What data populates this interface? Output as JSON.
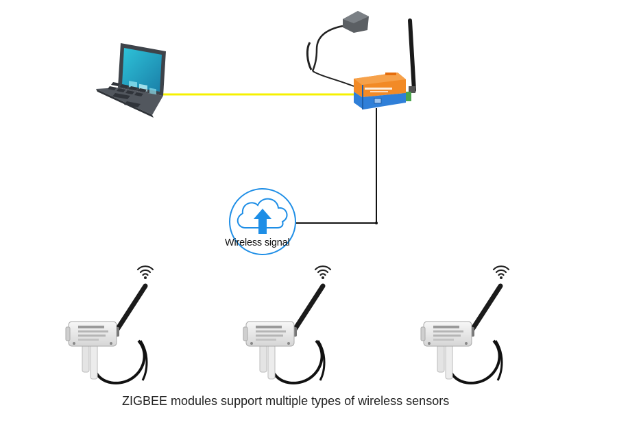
{
  "diagram": {
    "cloud": {
      "label": "Wireless signal",
      "icon": "cloud-upload-icon"
    },
    "caption": "ZIGBEE modules support multiple types of wireless sensors",
    "colors": {
      "ethernet_link": "#f6f000",
      "wired_link": "#111111",
      "cloud_blue": "#1e8ee6",
      "gateway_orange": "#f28a26",
      "gateway_blue": "#2f7fd8",
      "laptop_body": "#4a4f55",
      "laptop_screen": "#23a8c6"
    },
    "devices": {
      "laptop": "laptop-icon",
      "gateway": "zigbee-gateway",
      "power_adapter": "power-adapter-icon",
      "sensors": [
        {
          "name": "zigbee-sensor-1"
        },
        {
          "name": "zigbee-sensor-2"
        },
        {
          "name": "zigbee-sensor-3"
        }
      ]
    }
  }
}
